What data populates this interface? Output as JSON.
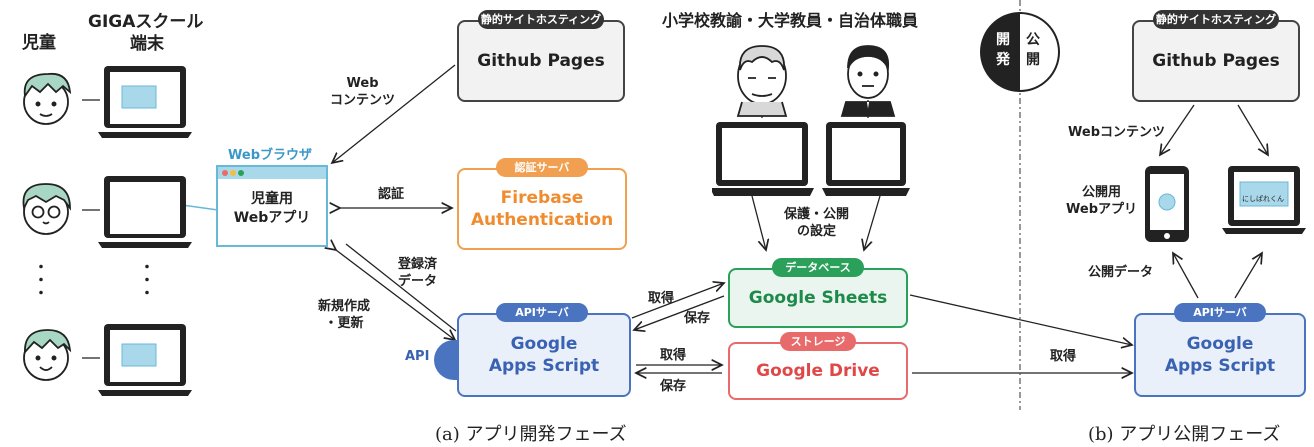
{
  "left_labels": {
    "students": "児童",
    "giga_line1": "GIGAスクール",
    "giga_line2": "端末",
    "dots": "・\n・\n・"
  },
  "browser": {
    "tag": "Webブラウザ",
    "line1": "児童用",
    "line2": "Webアプリ"
  },
  "github_a": {
    "tag": "静的サイトホスティング",
    "label": "Github Pages"
  },
  "github_b": {
    "tag": "静的サイトホスティング",
    "label": "Github Pages"
  },
  "firebase": {
    "tag": "認証サーバ",
    "line1": "Firebase",
    "line2": "Authentication"
  },
  "gas_a": {
    "tag": "APIサーバ",
    "line1": "Google",
    "line2": "Apps Script",
    "api": "API"
  },
  "gas_b": {
    "tag": "APIサーバ",
    "line1": "Google",
    "line2": "Apps Script"
  },
  "sheets": {
    "tag": "データベース",
    "label": "Google Sheets"
  },
  "drive": {
    "tag": "ストレージ",
    "label": "Google Drive"
  },
  "teachers_title": "小学校教諭・大学教員・自治体職員",
  "phase_dev": "開\n発",
  "phase_pub": "公\n開",
  "edge_labels": {
    "web_contents": "Web\nコンテンツ",
    "auth": "認証",
    "registered": "登録済\nデータ",
    "create_update": "新規作成\n・更新",
    "protect": "保護・公開\nの設定",
    "get1": "取得",
    "save1": "保存",
    "get2": "取得",
    "save2": "保存",
    "get3": "取得",
    "web_contents_b": "Webコンテンツ",
    "public_app": "公開用\nWebアプリ",
    "public_data": "公開データ"
  },
  "screen_logo": "にしぱれくん",
  "captions": {
    "a": "(a) アプリ開発フェーズ",
    "b": "(b) アプリ公開フェーズ"
  },
  "colors": {
    "gray": "#444444",
    "orange": "#f08c30",
    "green": "#2aa05a",
    "red": "#e86a6a",
    "blue": "#4a74c0",
    "browser": "#68b8d8"
  }
}
